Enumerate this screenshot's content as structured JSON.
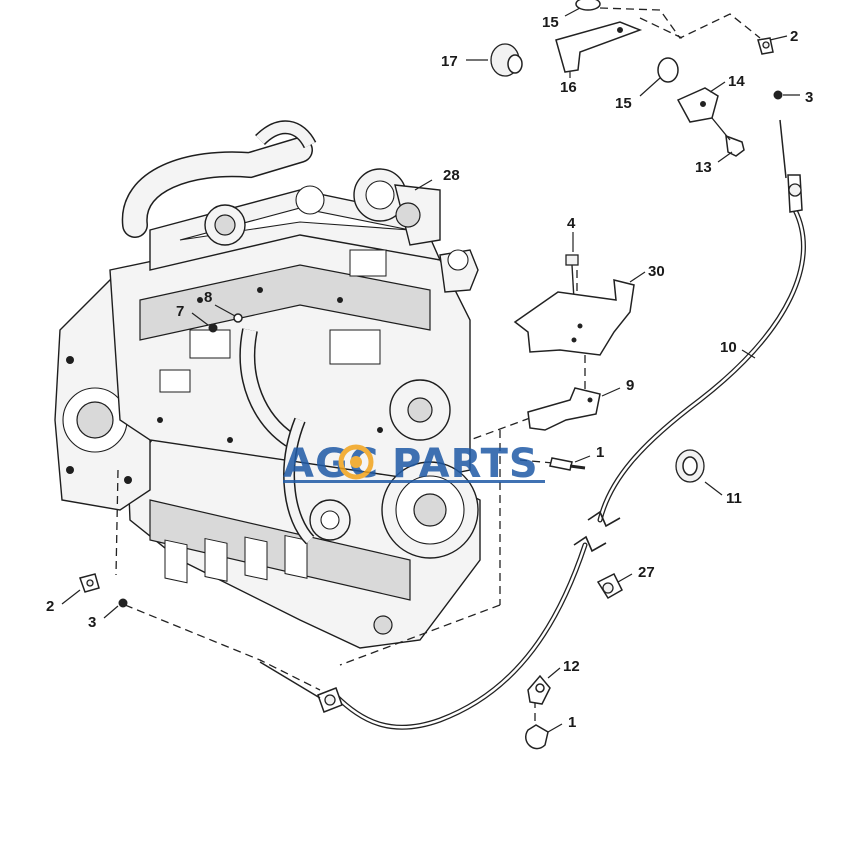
{
  "diagram": {
    "callouts": {
      "c15a": "15",
      "c2a": "2",
      "c17": "17",
      "c16": "16",
      "c15b": "15",
      "c14": "14",
      "c3a": "3",
      "c13": "13",
      "c28": "28",
      "c4": "4",
      "c30": "30",
      "c8": "8",
      "c7": "7",
      "c10": "10",
      "c9": "9",
      "c1a": "1",
      "c11": "11",
      "c27": "27",
      "c2b": "2",
      "c3b": "3",
      "c12": "12",
      "c1b": "1"
    },
    "watermark": {
      "text_a": "AGC",
      "text_b": "PARTS",
      "color_a": "#1f5aa6",
      "color_b": "#f2a31b"
    }
  }
}
